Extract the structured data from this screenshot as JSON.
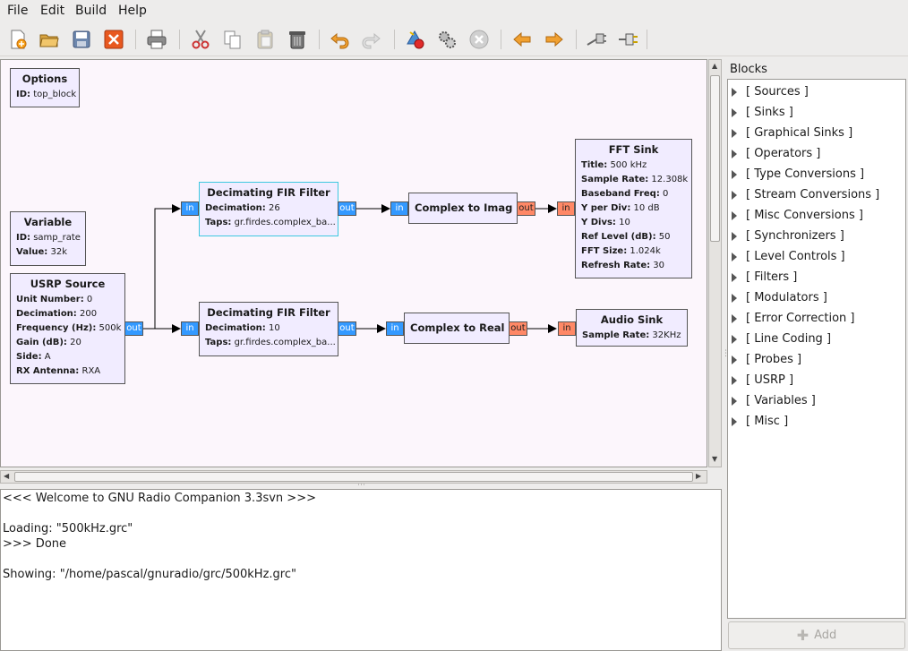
{
  "menu": [
    "File",
    "Edit",
    "Build",
    "Help"
  ],
  "toolbar_icons": [
    "new-icon",
    "open-icon",
    "save-icon",
    "close-icon",
    "print-icon",
    "cut-icon",
    "copy-icon",
    "paste-icon",
    "delete-icon",
    "undo-icon",
    "redo-icon",
    "generate-icon",
    "execute-icon",
    "kill-icon",
    "rotate-left-icon",
    "rotate-right-icon",
    "disable-icon",
    "enable-icon"
  ],
  "blocks": {
    "options": {
      "title": "Options",
      "params": [
        {
          "k": "ID:",
          "v": "top_block"
        }
      ]
    },
    "variable": {
      "title": "Variable",
      "params": [
        {
          "k": "ID:",
          "v": "samp_rate"
        },
        {
          "k": "Value:",
          "v": "32k"
        }
      ]
    },
    "usrp": {
      "title": "USRP Source",
      "params": [
        {
          "k": "Unit Number:",
          "v": "0"
        },
        {
          "k": "Decimation:",
          "v": "200"
        },
        {
          "k": "Frequency (Hz):",
          "v": "500k"
        },
        {
          "k": "Gain (dB):",
          "v": "20"
        },
        {
          "k": "Side:",
          "v": "A"
        },
        {
          "k": "RX Antenna:",
          "v": "RXA"
        }
      ],
      "out": "out"
    },
    "fir1": {
      "title": "Decimating FIR Filter",
      "params": [
        {
          "k": "Decimation:",
          "v": "26"
        },
        {
          "k": "Taps:",
          "v": "gr.firdes.complex_ba..."
        }
      ],
      "in": "in",
      "out": "out"
    },
    "fir2": {
      "title": "Decimating FIR Filter",
      "params": [
        {
          "k": "Decimation:",
          "v": "10"
        },
        {
          "k": "Taps:",
          "v": "gr.firdes.complex_ba..."
        }
      ],
      "in": "in",
      "out": "out"
    },
    "c2imag": {
      "title": "Complex to Imag",
      "in": "in",
      "out": "out"
    },
    "c2real": {
      "title": "Complex to Real",
      "in": "in",
      "out": "out"
    },
    "fft": {
      "title": "FFT Sink",
      "params": [
        {
          "k": "Title:",
          "v": "500 kHz"
        },
        {
          "k": "Sample Rate:",
          "v": "12.308k"
        },
        {
          "k": "Baseband Freq:",
          "v": "0"
        },
        {
          "k": "Y per Div:",
          "v": "10 dB"
        },
        {
          "k": "Y Divs:",
          "v": "10"
        },
        {
          "k": "Ref Level (dB):",
          "v": "50"
        },
        {
          "k": "FFT Size:",
          "v": "1.024k"
        },
        {
          "k": "Refresh Rate:",
          "v": "30"
        }
      ],
      "in": "in"
    },
    "audio": {
      "title": "Audio Sink",
      "params": [
        {
          "k": "Sample Rate:",
          "v": "32KHz"
        }
      ],
      "in": "in"
    }
  },
  "console": [
    "<<< Welcome to GNU Radio Companion 3.3svn >>>",
    "",
    "Loading: \"500kHz.grc\"",
    ">>> Done",
    "",
    "Showing: \"/home/pascal/gnuradio/grc/500kHz.grc\""
  ],
  "blocks_panel": {
    "title": "Blocks",
    "categories": [
      "[ Sources ]",
      "[ Sinks ]",
      "[ Graphical Sinks ]",
      "[ Operators ]",
      "[ Type Conversions ]",
      "[ Stream Conversions ]",
      "[ Misc Conversions ]",
      "[ Synchronizers ]",
      "[ Level Controls ]",
      "[ Filters ]",
      "[ Modulators ]",
      "[ Error Correction ]",
      "[ Line Coding ]",
      "[ Probes ]",
      "[ USRP ]",
      "[ Variables ]",
      "[ Misc ]"
    ],
    "add_label": "Add"
  },
  "colors": {
    "canvas_bg": "#fcf6fc",
    "block_bg": "#f1ecff",
    "complex_port": "#3399ff",
    "float_port": "#ff8866",
    "selected_border": "#3ec8e0"
  }
}
